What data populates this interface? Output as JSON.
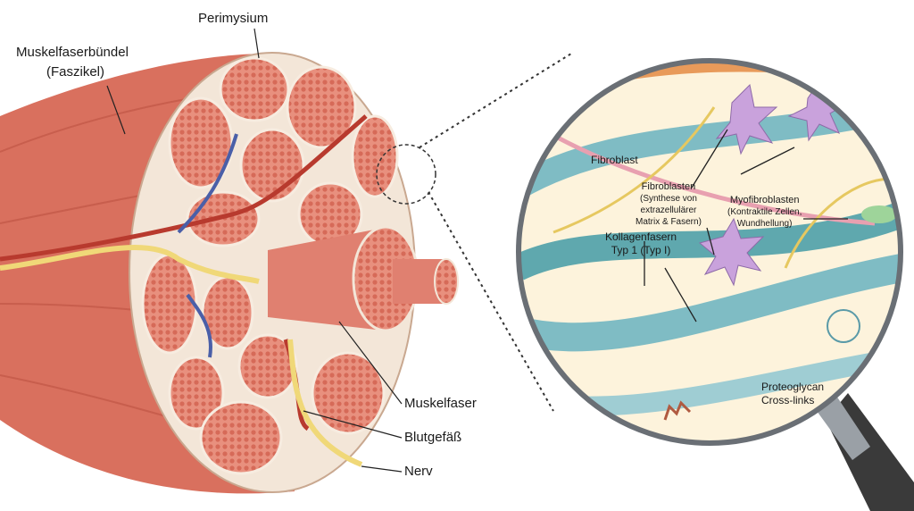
{
  "labels": {
    "perimysium": "Perimysium",
    "fascicle_line1": "Muskelfaserbündel",
    "fascicle_line2": "(Faszikel)",
    "muscle_fiber": "Muskelfaser",
    "blood_vessel": "Blutgefäß",
    "nerve": "Nerv"
  },
  "magnified": {
    "fibroblast": "Fibroblast",
    "fibroblasts_line1": "Fibroblasten",
    "fibroblasts_line2": "(Synthese von",
    "fibroblasts_line3": "extrazellulärer",
    "fibroblasts_line4": "Matrix & Fasern)",
    "myofibroblasts_line1": "Myofibroblasten",
    "myofibroblasts_line2": "(Kontraktile Zellen,",
    "myofibroblasts_line3": "Wundhellung)",
    "collagen_line1": "Kollagenfasern",
    "collagen_line2": "Typ 1 (Typ I)",
    "proteoglycan_line1": "Proteoglycan",
    "proteoglycan_line2": "Cross-links"
  },
  "colors": {
    "muscle": "#d9705e",
    "fascicle": "#e8907e",
    "connective": "#f3e6d8",
    "vessel_red": "#b83a2e",
    "vessel_blue": "#4a5fa8",
    "nerve": "#f0d878",
    "collagen": "#7fbcc4",
    "matrix": "#fdf3dc",
    "cell": "#c9a2dc"
  }
}
